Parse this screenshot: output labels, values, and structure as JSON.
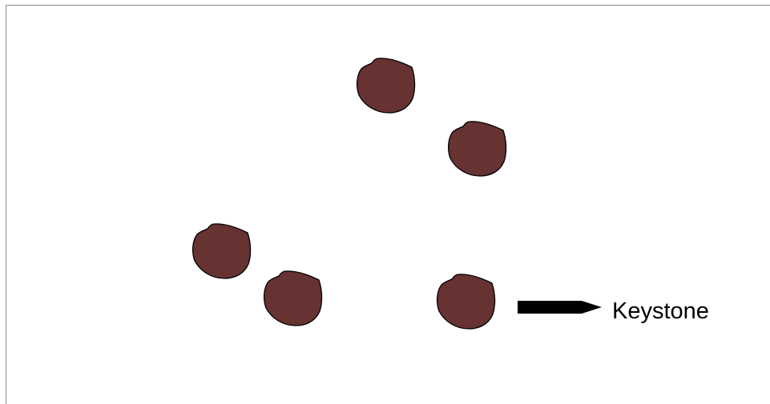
{
  "diagram": {
    "stones": [
      {
        "id": "stone-1",
        "role": "stone"
      },
      {
        "id": "stone-2",
        "role": "stone"
      },
      {
        "id": "stone-3",
        "role": "stone"
      },
      {
        "id": "stone-4",
        "role": "stone"
      },
      {
        "id": "stone-5",
        "role": "keystone"
      }
    ],
    "pointer": {
      "label": "Keystone",
      "icon": "arrow-right-icon"
    },
    "colors": {
      "stone_fill": "#673232",
      "stone_stroke": "#000000",
      "arrow": "#000000",
      "frame": "#888888",
      "background": "#ffffff"
    }
  }
}
